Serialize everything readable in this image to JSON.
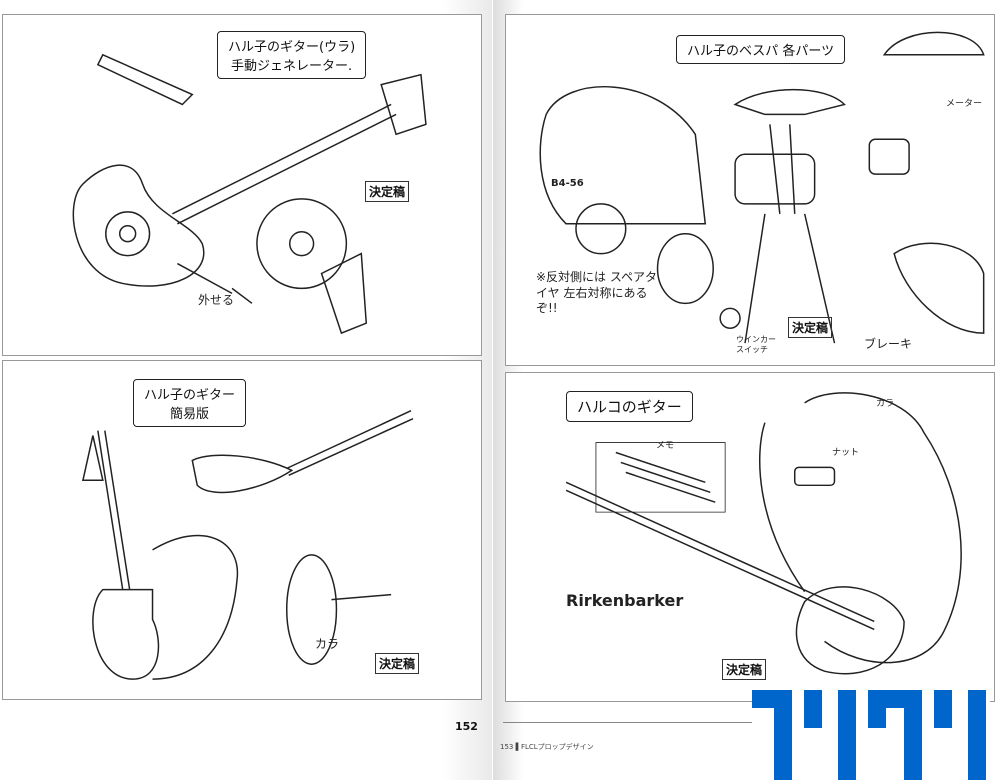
{
  "left_page": {
    "page_number": "152",
    "panel_top": {
      "title_line1": "ハル子のギター(ウラ)",
      "title_line2": "手動ジェネレーター.",
      "stamp": "決定稿",
      "note_removable": "外せる"
    },
    "panel_bottom": {
      "title_line1": "ハル子のギター",
      "title_line2": "簡易版",
      "stamp": "決定稿",
      "note_kara": "カラ"
    }
  },
  "right_page": {
    "footer": "153 ▌FLCLプロップデザイン",
    "panel_top": {
      "title": "ハル子のベスパ 各パーツ",
      "note_meter": "メーター",
      "note_spare": "※反対側には スペアタイヤ 左右対称にあるぞ!!",
      "note_winker": "ウインカー スイッチ",
      "note_brake": "ブレーキ",
      "plate": "B4-56",
      "stamp": "決定稿"
    },
    "panel_bottom": {
      "title": "ハルコのギター",
      "note_nut": "ナット",
      "note_kara": "カラ",
      "note_memo": "メモ",
      "brand_text": "Rirkenbarker",
      "stamp": "決定稿"
    }
  },
  "logo": {
    "text": "フリクリ",
    "color": "#0066cc"
  }
}
